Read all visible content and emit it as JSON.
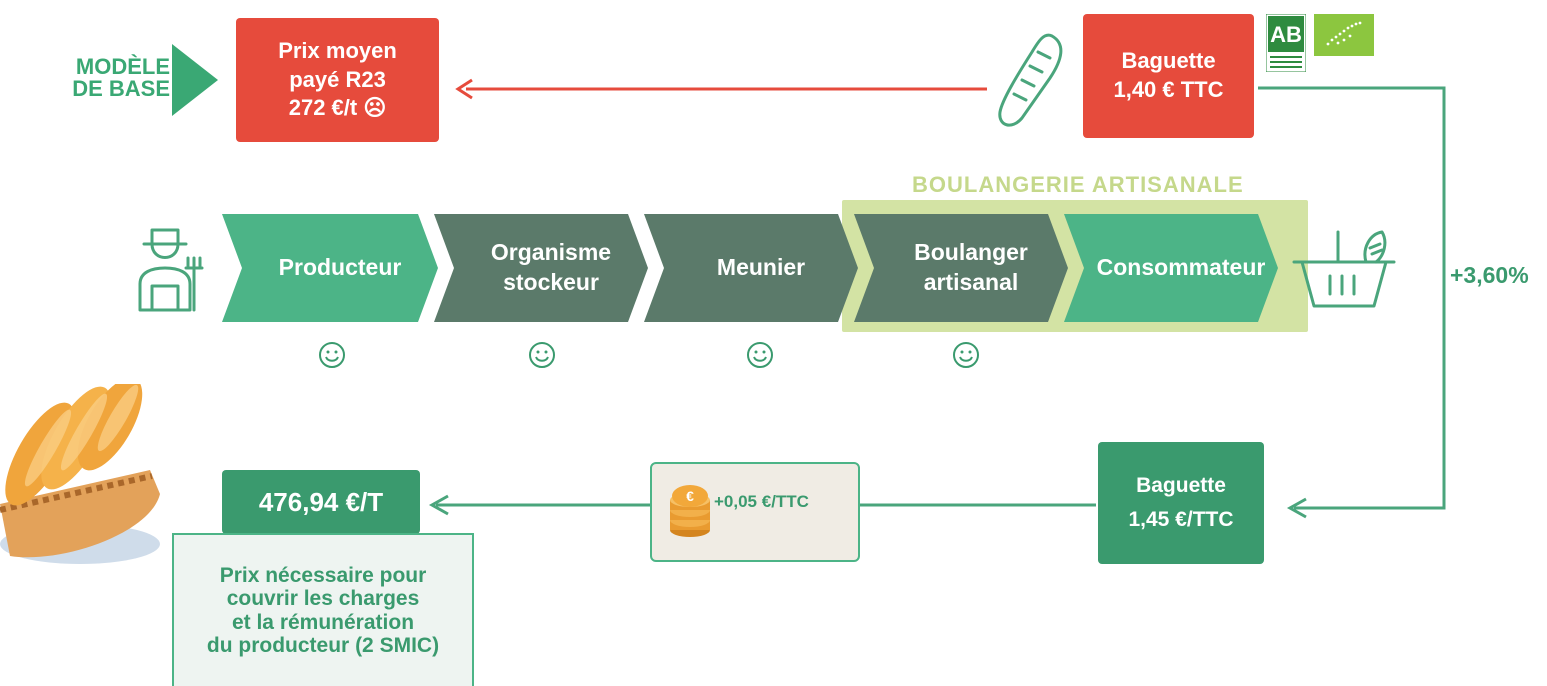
{
  "base_model": {
    "label_line1": "MODÈLE",
    "label_line2": "DE BASE"
  },
  "price_paid": {
    "line1": "Prix moyen",
    "line2": "payé R23",
    "line3": "272 €/t",
    "emoji": "☹"
  },
  "baguette_initial": {
    "line1": "Baguette",
    "line2": "1,40 € TTC"
  },
  "certification_logos": [
    "AB",
    "EU organic leaf"
  ],
  "section_label": "BOULANGERIE ARTISANALE",
  "chain": [
    {
      "label_line1": "Producteur",
      "label_line2": ""
    },
    {
      "label_line1": "Organisme",
      "label_line2": "stockeur"
    },
    {
      "label_line1": "Meunier",
      "label_line2": ""
    },
    {
      "label_line1": "Boulanger",
      "label_line2": "artisanal"
    },
    {
      "label_line1": "Consommateur",
      "label_line2": ""
    }
  ],
  "increase": "+3,60%",
  "baguette_new": {
    "line1": "Baguette",
    "line2": "1,45 €/TTC"
  },
  "coin_delta": "+0,05 €/TTC",
  "required_price": "476,94 €/T",
  "required_note": {
    "line1": "Prix nécessaire pour",
    "line2": "couvrir les charges",
    "line3": "et la rémunération",
    "line4": "du producteur (2 SMIC)"
  },
  "colors": {
    "red": "#e64b3c",
    "green": "#3a9a6e",
    "light_green": "#4cb487",
    "dark_grey_green": "#5b7a6a",
    "lime_frame": "#d3e3a4",
    "lime_text": "#c5d88b"
  },
  "icons": [
    "farmer-icon",
    "baguette-icon",
    "basket-icon",
    "smiley-icon",
    "coins-icon",
    "bread-basket-illustration"
  ]
}
